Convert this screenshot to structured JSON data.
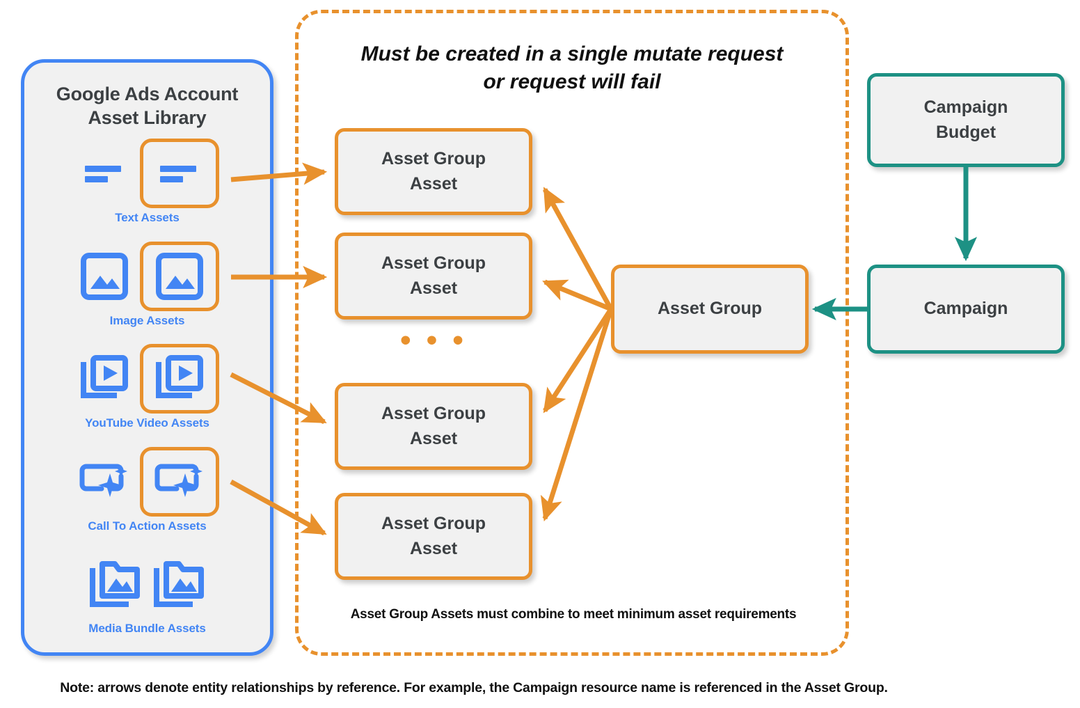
{
  "library": {
    "title_line1": "Google Ads Account",
    "title_line2": "Asset Library",
    "accent_blue": "#4285f4",
    "accent_orange": "#e8912d",
    "assets": [
      {
        "caption": "Text Assets",
        "icon": "text-lines-icon"
      },
      {
        "caption": "Image Assets",
        "icon": "image-picture-icon"
      },
      {
        "caption": "YouTube Video  Assets",
        "icon": "video-play-stack-icon"
      },
      {
        "caption": "Call To Action Assets",
        "icon": "call-to-action-sparkle-icon"
      },
      {
        "caption": "Media Bundle  Assets",
        "icon": "media-bundle-folder-icon"
      }
    ]
  },
  "mutate": {
    "title_line1": "Must be created in a single mutate request",
    "title_line2": "or request will fail",
    "footnote": "Asset Group Assets must combine to meet minimum asset requirements",
    "border_color": "#e8912d"
  },
  "nodes": {
    "asset_group_assets": [
      {
        "line1": "Asset Group",
        "line2": "Asset"
      },
      {
        "line1": "Asset Group",
        "line2": "Asset"
      },
      {
        "line1": "Asset Group",
        "line2": "Asset"
      },
      {
        "line1": "Asset Group",
        "line2": "Asset"
      }
    ],
    "ellipsis": "• • •",
    "asset_group": "Asset Group",
    "campaign_budget_line1": "Campaign",
    "campaign_budget_line2": "Budget",
    "campaign": "Campaign",
    "orange": "#e8912d",
    "teal": "#1d9184",
    "fill": "#f1f1f1",
    "text": "#3c4043"
  },
  "footer": {
    "note": "Note: arrows denote entity relationships by reference. For example, the Campaign resource name is referenced in the Asset Group."
  }
}
